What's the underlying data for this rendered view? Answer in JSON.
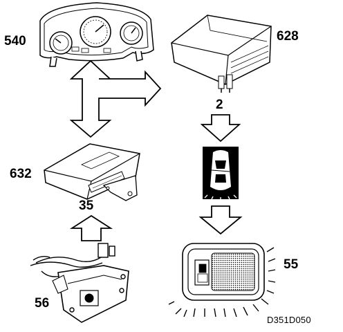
{
  "labels": {
    "instrument_cluster": "540",
    "control_module_628": "628",
    "pin_2": "2",
    "control_module_632": "632",
    "pin_35": "35",
    "switch_56": "56",
    "courtesy_lamp": "55",
    "figure_ref": "D351D050"
  },
  "colors": {
    "stroke": "#000000",
    "fill": "#ffffff",
    "dark": "#000000"
  },
  "icons": [
    "instrument-cluster-icon",
    "control-module-icon",
    "door-switch-icon",
    "car-top-view-icon",
    "interior-lamp-icon"
  ]
}
